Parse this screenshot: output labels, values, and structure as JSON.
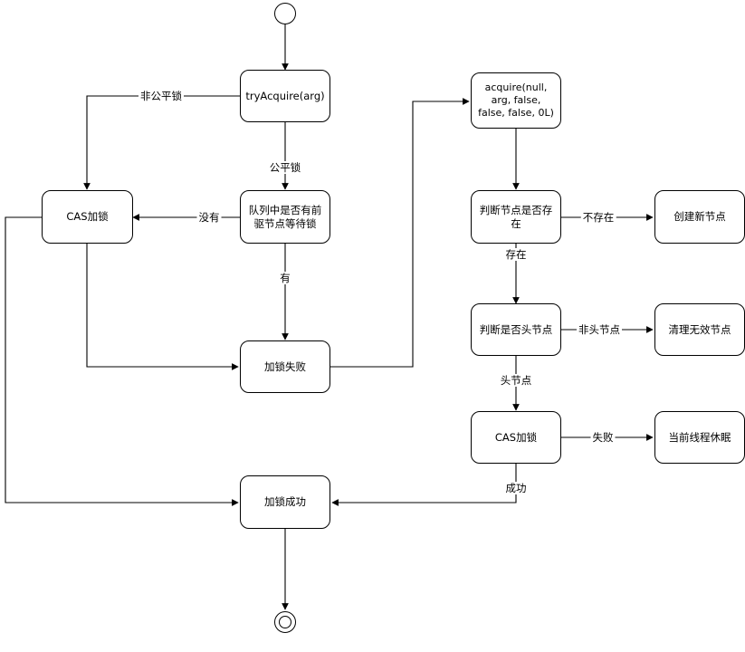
{
  "nodes": {
    "try_acquire": "tryAcquire(arg)",
    "cas_lock_left": "CAS加锁",
    "queue_check": "队列中是否有前驱节点等待锁",
    "lock_fail": "加锁失败",
    "lock_success": "加锁成功",
    "acquire_call": "acquire(null, arg, false, false, false, 0L)",
    "node_exists": "判断节点是否存在",
    "create_node": "创建新节点",
    "is_head": "判断是否头节点",
    "clean_invalid": "清理无效节点",
    "cas_lock_right": "CAS加锁",
    "thread_sleep": "当前线程休眠"
  },
  "edge_labels": {
    "unfair": "非公平锁",
    "fair": "公平锁",
    "none": "没有",
    "has": "有",
    "not_exists": "不存在",
    "exists": "存在",
    "not_head": "非头节点",
    "head": "头节点",
    "fail": "失败",
    "success": "成功"
  },
  "colors": {
    "stroke": "#000000",
    "background": "#ffffff"
  }
}
